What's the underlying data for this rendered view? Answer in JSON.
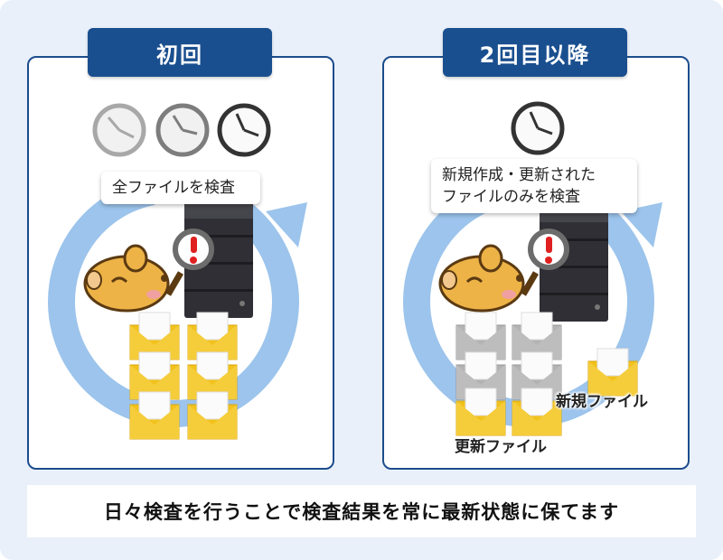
{
  "left_panel": {
    "title": "初回",
    "bubble_lines": [
      "全ファイルを検査"
    ]
  },
  "right_panel": {
    "title": "2回目以降",
    "bubble_lines": [
      "新規作成・更新された",
      "ファイルのみを検査"
    ],
    "label_updated": "更新ファイル",
    "label_new": "新規ファイル"
  },
  "caption": "日々検査を行うことで検査結果を常に最新状態に保てます",
  "colors": {
    "navy": "#1a4f8f",
    "cycle_blue": "#9cc4ec",
    "envelope_yellow": "#f2c21c",
    "envelope_gray": "#b3b3b3",
    "background": "#e9f0fa"
  }
}
